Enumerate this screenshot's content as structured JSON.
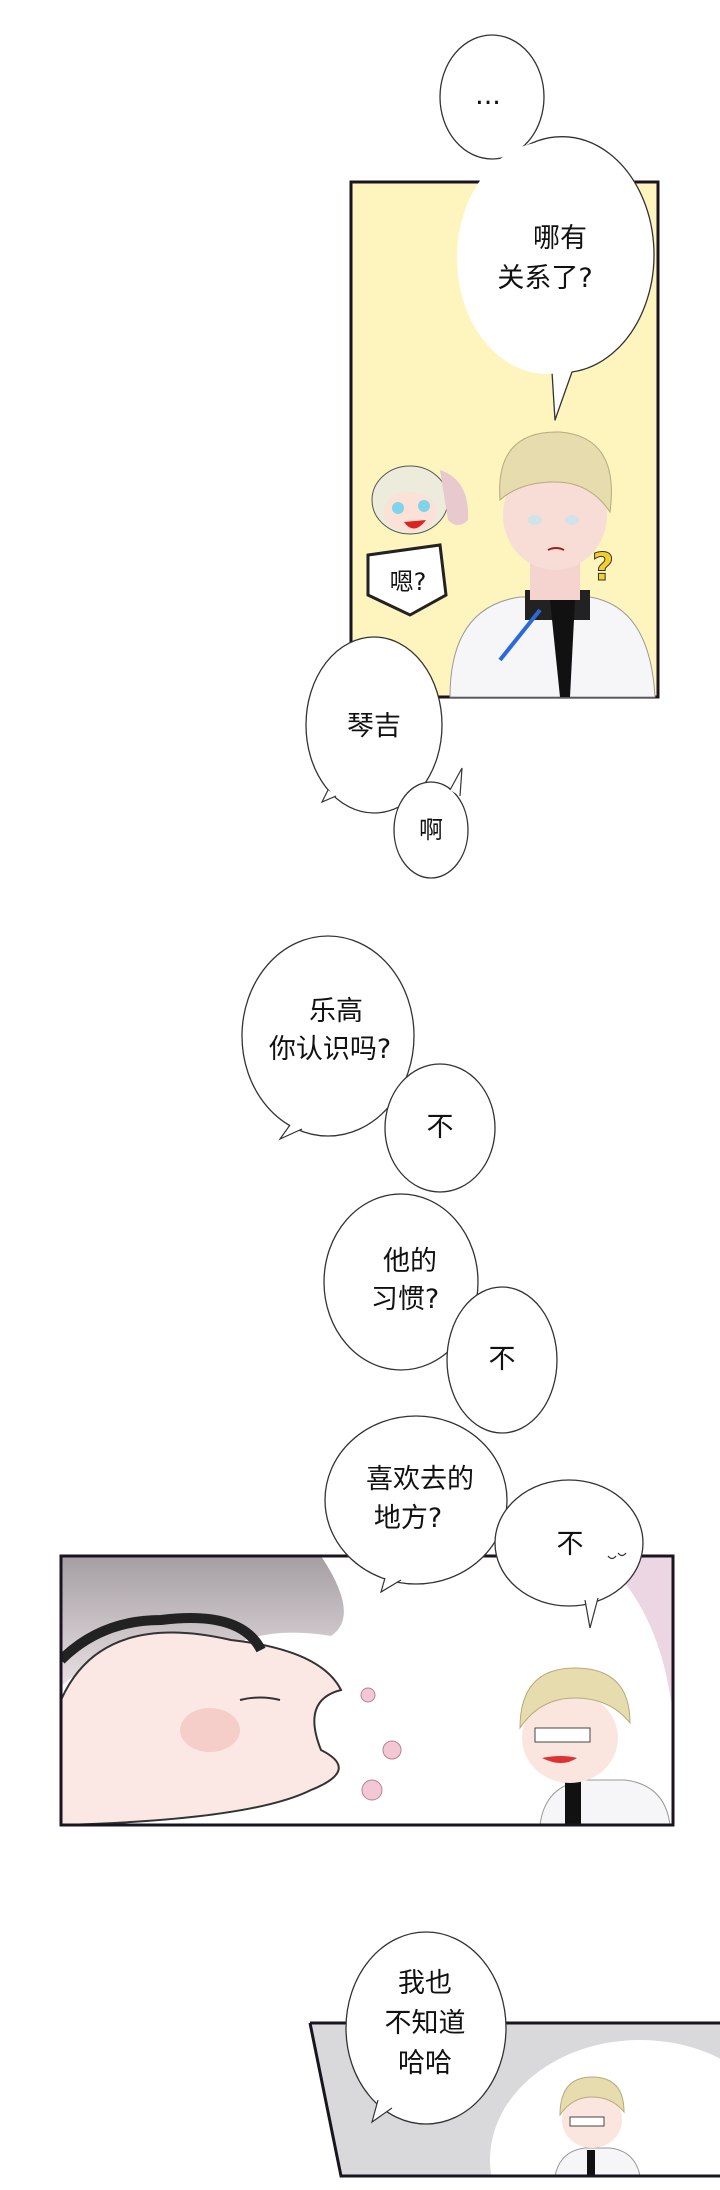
{
  "colors": {
    "panel_yellow": "#fdf5bd",
    "panel_border": "#1a1420",
    "hair_blond": "#e6dcae",
    "shirt": "#f6f6f8",
    "pink": "#f3c7d4",
    "question_mark": "#f2cf2a"
  },
  "dialogue": {
    "ellipsis": "...",
    "where_relation": [
      "哪有",
      "关系了?"
    ],
    "hm": "嗯?",
    "question_mark": "?",
    "qinji": "琴吉",
    "ah": "啊",
    "know_lego": [
      "乐高",
      "你认识吗?"
    ],
    "no_1": "不",
    "his_habits": [
      "他的",
      "习惯?"
    ],
    "no_2": "不",
    "favorite_places": [
      "喜欢去的",
      "地方?"
    ],
    "no_3": "不",
    "i_dont_know": [
      "我也",
      "不知道",
      "哈哈"
    ]
  }
}
